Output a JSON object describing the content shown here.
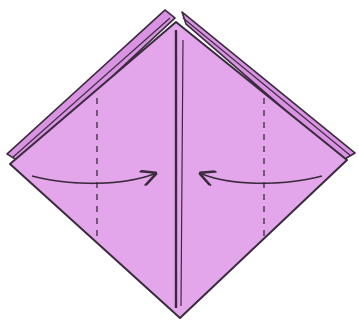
{
  "diagram": {
    "type": "origami-fold-step",
    "paper_color": "#E3A6EA",
    "paper_shade_color": "#D993E2",
    "line_color": "#3A2A3D",
    "background": "#FFFFFF",
    "icons": [
      "origami-square-base",
      "valley-fold-line",
      "fold-arrow"
    ],
    "fold_lines_count": 2,
    "arrows_count": 2
  }
}
